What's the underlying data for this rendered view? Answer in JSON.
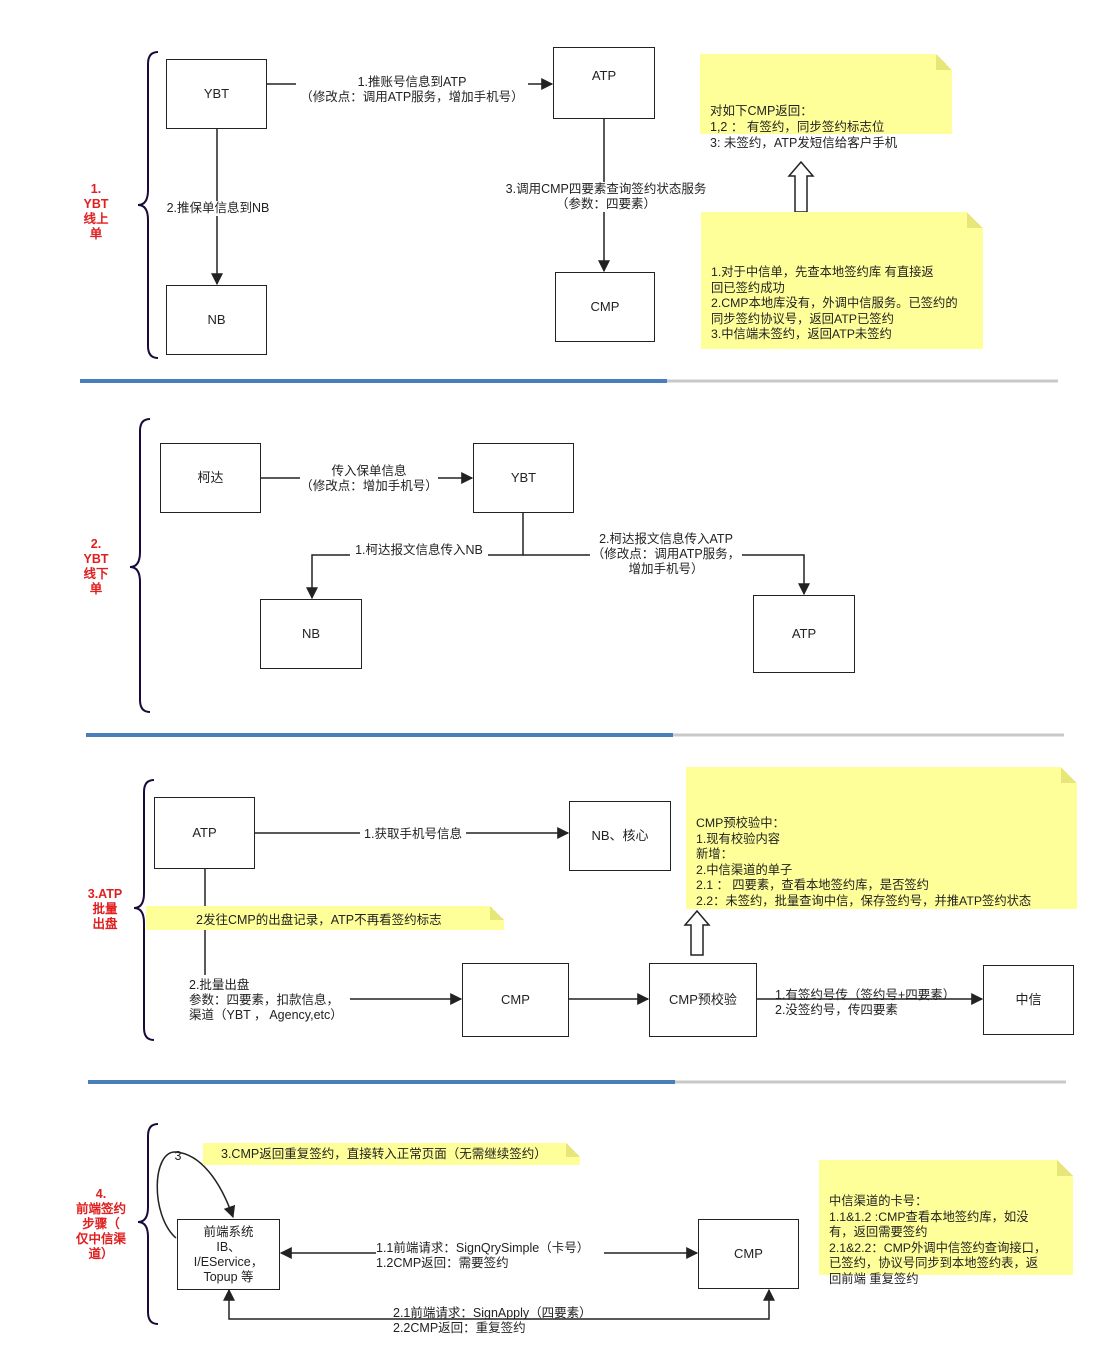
{
  "section1": {
    "label": "1.\nYBT\n线上单",
    "boxes": {
      "ybt": "YBT",
      "atp": "ATP",
      "nb": "NB",
      "cmp": "CMP"
    },
    "edges": {
      "ybt_to_atp": "1.推账号信息到ATP\n（修改点：调用ATP服务，增加手机号）",
      "ybt_to_nb": "2.推保单信息到NB",
      "atp_to_cmp": "3.调用CMP四要素查询签约状态服务\n（参数：四要素）"
    },
    "note_top": "对如下CMP返回：\n1,2 ：  有签约，同步签约标志位\n3:       未签约，ATP发短信给客户手机",
    "note_bottom": "1.对于中信单，先查本地签约库       有直接返\n回已签约成功\n2.CMP本地库没有，外调中信服务。已签约的\n同步签约协议号，返回ATP已签约\n3.中信端未签约，返回ATP未签约"
  },
  "section2": {
    "label": "2.\nYBT\n线下\n单",
    "boxes": {
      "keda": "柯达",
      "ybt": "YBT",
      "nb": "NB",
      "atp": "ATP"
    },
    "edges": {
      "keda_to_ybt": "传入保单信息\n（修改点：增加手机号）",
      "ybt_to_nb": "1.柯达报文信息传入NB",
      "ybt_to_atp": "2.柯达报文信息传入ATP\n（修改点：调用ATP服务，\n增加手机号）"
    }
  },
  "section3": {
    "label": "3.ATP\n批量\n出盘",
    "boxes": {
      "atp": "ATP",
      "nb_core": "NB、核心",
      "cmp": "CMP",
      "cmp_precheck": "CMP预校验",
      "citic": "中信"
    },
    "edges": {
      "atp_to_nb": "1.获取手机号信息",
      "atp_to_cmp": "2.批量出盘\n参数：四要素，扣款信息，\n渠道（YBT ，  Agency,etc）",
      "precheck_to_citic": "1.有签约号传（签约号+四要素）\n2.没签约号，传四要素"
    },
    "banner": "2发往CMP的出盘记录，ATP不再看签约标志",
    "note": "CMP预校验中：\n1.现有校验内容\n新增：\n2.中信渠道的单子\n     2.1 ：  四要素，查看本地签约库，是否签约\n     2.2：未签约，批量查询中信，保存签约号，并推ATP签约状态"
  },
  "section4": {
    "label": "4.\n前端签约\n步骤（\n仅中信渠\n道）",
    "boxes": {
      "frontend": "前端系统\nIB、\nI/EService，\nTopup 等",
      "cmp": "CMP"
    },
    "edges": {
      "loop_label": "3",
      "step1": "1.1前端请求：SignQrySimple（卡号）\n1.2CMP返回：需要签约",
      "step2": "2.1前端请求：SignApply（四要素）\n2.2CMP返回：重复签约"
    },
    "banner": "3.CMP返回重复签约，直接转入正常页面（无需继续签约）",
    "note": "中信渠道的卡号：\n  1.1&1.2 :CMP查看本地签约库，如没\n  有，返回需要签约\n2.1&2.2：CMP外调中信签约查询接口，\n已签约，协议号同步到本地签约表，返\n回前端 重复签约"
  },
  "colors": {
    "divider_blue": "#4a7ebb",
    "divider_gray": "#c8c8c8",
    "note_yellow": "#ffff99",
    "section_red": "#e02020",
    "brace": "#1a0a3a"
  }
}
